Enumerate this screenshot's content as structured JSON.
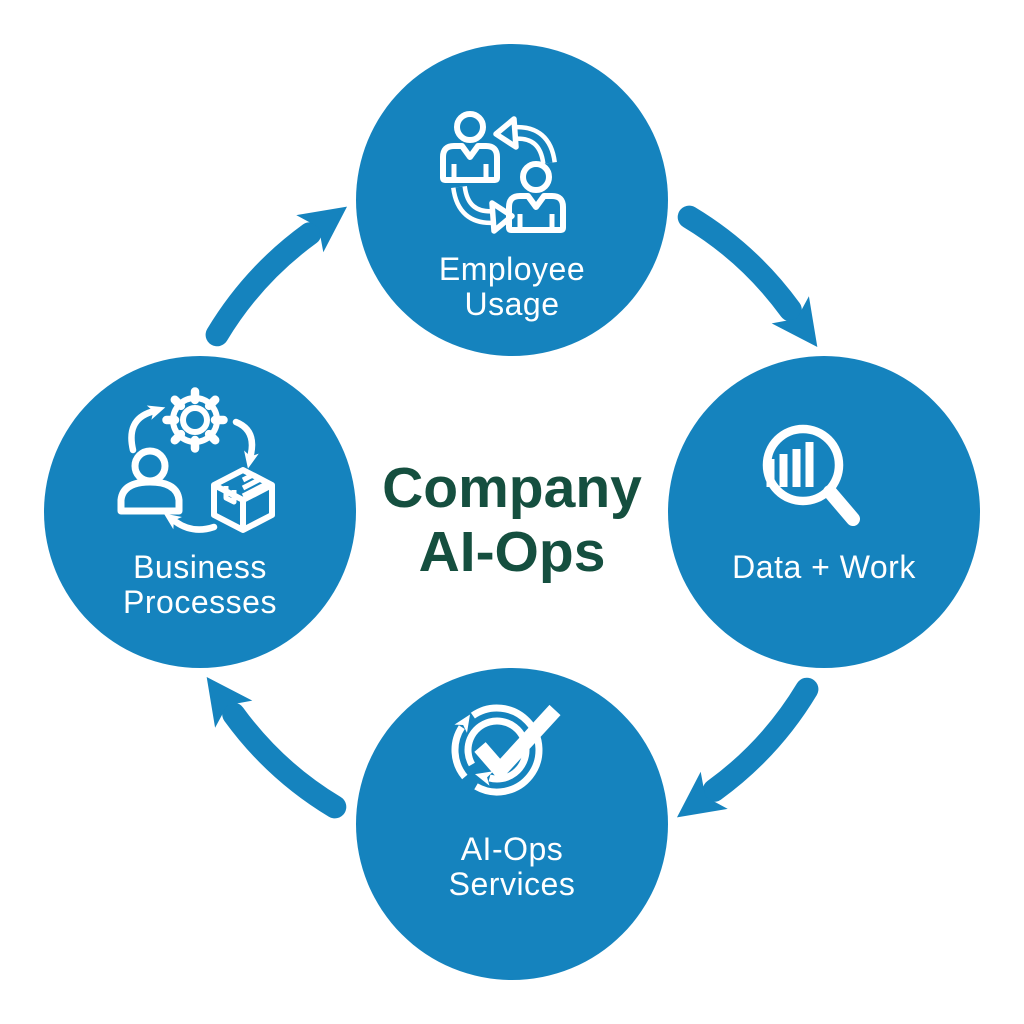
{
  "title": {
    "line1": "Company",
    "line2": "AI-Ops"
  },
  "nodes": [
    {
      "id": "employee-usage",
      "line1": "Employee",
      "line2": "Usage",
      "icon": "people-exchange-icon"
    },
    {
      "id": "data-plus-work",
      "line1": "Data + Work",
      "icon": "search-analytics-icon"
    },
    {
      "id": "ai-ops-services",
      "line1": "AI-Ops",
      "line2": "Services",
      "icon": "check-refresh-icon"
    },
    {
      "id": "business-processes",
      "line1": "Business",
      "line2": "Processes",
      "icon": "process-cycle-icon"
    }
  ],
  "cycle_direction": "clockwise",
  "colors": {
    "node_blue": "#1583BE",
    "arrow_blue": "#1583BE",
    "title_green": "#154F3F",
    "icon_white": "#FFFFFF",
    "background": "#FFFFFF"
  }
}
